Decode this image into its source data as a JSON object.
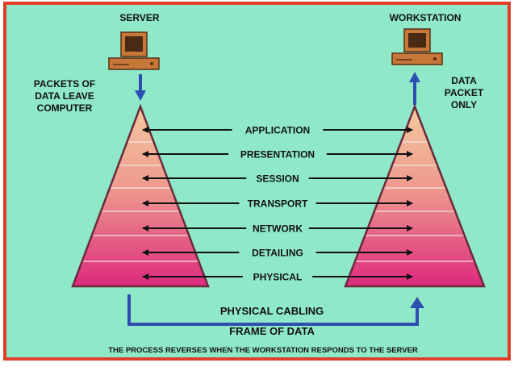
{
  "labels": {
    "server": "SERVER",
    "workstation": "WORKSTATION",
    "packets_left": [
      "PACKETS OF",
      "DATA LEAVE",
      "COMPUTER"
    ],
    "packet_right": [
      "DATA",
      "PACKET",
      "ONLY"
    ],
    "cabling": "PHYSICAL CABLING",
    "frame": "FRAME OF DATA",
    "footer": "THE PROCESS REVERSES WHEN THE WORKSTATION RESPONDS TO THE SERVER"
  },
  "layers": [
    "APPLICATION",
    "PRESENTATION",
    "SESSION",
    "TRANSPORT",
    "NETWORK",
    "DETAILING",
    "PHYSICAL"
  ],
  "colors": {
    "background": "#8fe8c8",
    "border": "#e0402a",
    "pyramid_top": "#f3c9a0",
    "pyramid_bottom": "#dd2a7e",
    "pyramid_edge": "#6b2a3c",
    "flow_line": "#2f4fb0",
    "computer": "#c8773a"
  }
}
